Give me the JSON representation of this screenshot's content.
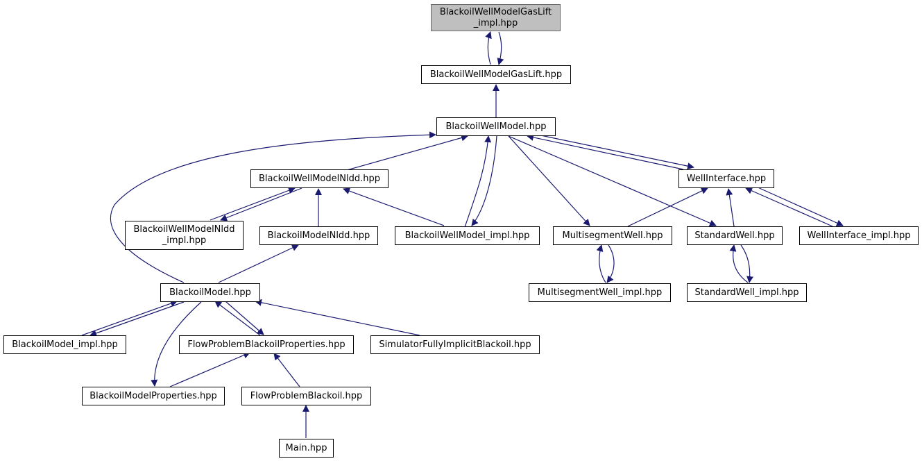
{
  "title": "",
  "colors": {
    "edge": "#191970",
    "node_border": "#000000",
    "root_fill": "#bfbfbf",
    "root_border": "#666666"
  },
  "nodes": {
    "n_gaslift_impl": {
      "label": "BlackoilWellModelGasLift\n_impl.hpp"
    },
    "n_gaslift": {
      "label": "BlackoilWellModelGasLift.hpp"
    },
    "n_wellmodel": {
      "label": "BlackoilWellModel.hpp"
    },
    "n_nldd": {
      "label": "BlackoilWellModelNldd.hpp"
    },
    "n_wellinterface": {
      "label": "WellInterface.hpp"
    },
    "n_nldd_impl": {
      "label": "BlackoilWellModelNldd\n_impl.hpp"
    },
    "n_modelnldd": {
      "label": "BlackoilModelNldd.hpp"
    },
    "n_wellmodel_impl": {
      "label": "BlackoilWellModel_impl.hpp"
    },
    "n_msw": {
      "label": "MultisegmentWell.hpp"
    },
    "n_stdwell": {
      "label": "StandardWell.hpp"
    },
    "n_wellinterface_impl": {
      "label": "WellInterface_impl.hpp"
    },
    "n_msw_impl": {
      "label": "MultisegmentWell_impl.hpp"
    },
    "n_stdwell_impl": {
      "label": "StandardWell_impl.hpp"
    },
    "n_model": {
      "label": "BlackoilModel.hpp"
    },
    "n_model_impl": {
      "label": "BlackoilModel_impl.hpp"
    },
    "n_flowprops": {
      "label": "FlowProblemBlackoilProperties.hpp"
    },
    "n_simulator": {
      "label": "SimulatorFullyImplicitBlackoil.hpp"
    },
    "n_modelprops": {
      "label": "BlackoilModelProperties.hpp"
    },
    "n_flowproblem": {
      "label": "FlowProblemBlackoil.hpp"
    },
    "n_main": {
      "label": "Main.hpp"
    }
  }
}
